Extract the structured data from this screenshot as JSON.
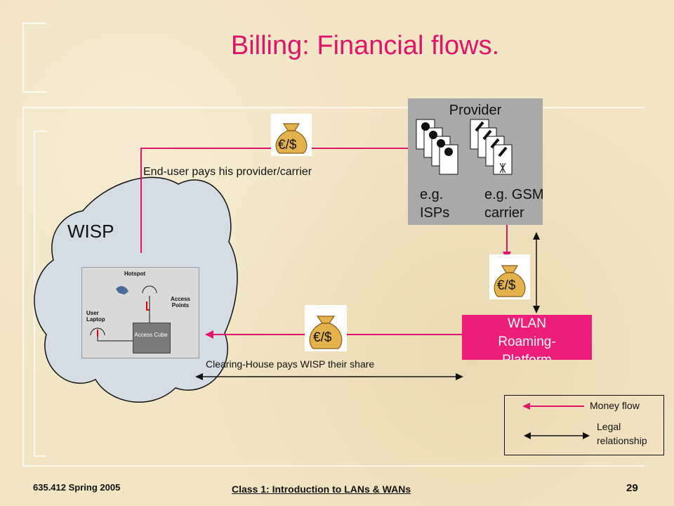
{
  "title": "Billing: Financial flows.",
  "money_symbol": "€/$",
  "labels": {
    "enduser_pays": "End-user pays his provider/carrier",
    "clearing_house": "Clearing-House pays WISP their share"
  },
  "provider": {
    "title": "Provider",
    "isp_label_line1": "e.g.",
    "isp_label_line2": "ISPs",
    "gsm_label_line1": "e.g. GSM",
    "gsm_label_line2": "carrier"
  },
  "wisp": {
    "label": "WISP"
  },
  "hotspot": {
    "title": "Hotspot",
    "access_points": "Access Points",
    "user_laptop": "User Laptop",
    "access_cube": "Access Cube"
  },
  "wlan": {
    "line1": "WLAN",
    "line2": "Roaming-",
    "line3": "Platform"
  },
  "legend": {
    "money_flow": "Money flow",
    "legal_line1": "Legal",
    "legal_line2": "relationship"
  },
  "footer": {
    "course": "635.412 Spring 2005",
    "class_title": "Class 1:  Introduction to LANs & WANs",
    "page": "29"
  },
  "colors": {
    "title": "#e0146a",
    "money_flow": "#e0146a",
    "wlan_box": "#ec1e7a",
    "provider_box": "#a9a9a9",
    "cloud": "#d4dde3"
  }
}
